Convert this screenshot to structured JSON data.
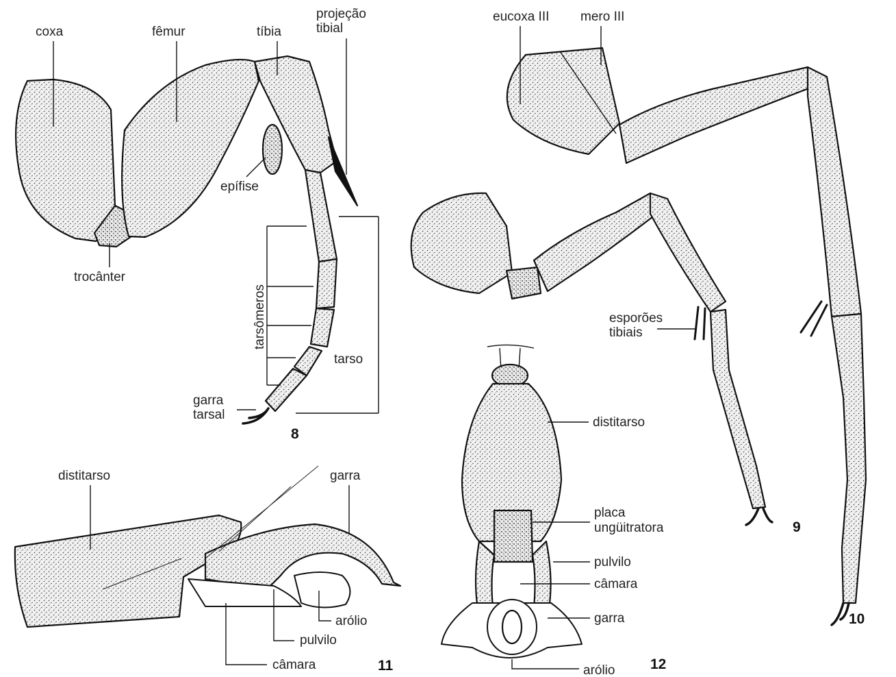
{
  "figures": {
    "fig8": {
      "number": "8",
      "labels": {
        "coxa": "coxa",
        "femur": "fêmur",
        "tibia": "tíbia",
        "tibial_projection_l1": "projeção",
        "tibial_projection_l2": "tibial",
        "epiphysis": "epífise",
        "trochanter": "trocânter",
        "tarsomeres": "tarsômeros",
        "tarsus": "tarso",
        "tarsal_claw_l1": "garra",
        "tarsal_claw_l2": "tarsal"
      }
    },
    "fig9": {
      "number": "9",
      "labels": {
        "tibial_spurs_l1": "esporões",
        "tibial_spurs_l2": "tibiais"
      }
    },
    "fig10": {
      "number": "10",
      "labels": {
        "eucoxa": "eucoxa III",
        "mero": "mero III"
      }
    },
    "fig11": {
      "number": "11",
      "labels": {
        "distitarsus": "distitarso",
        "claw": "garra",
        "arolium": "arólio",
        "pulvillus": "pulvilo",
        "chamber": "câmara"
      }
    },
    "fig12": {
      "number": "12",
      "labels": {
        "distitarsus": "distitarso",
        "unguitractor_l1": "placa",
        "unguitractor_l2": "ungüitratora",
        "pulvillus": "pulvilo",
        "chamber": "câmara",
        "claw": "garra",
        "arolium": "arólio"
      }
    }
  }
}
